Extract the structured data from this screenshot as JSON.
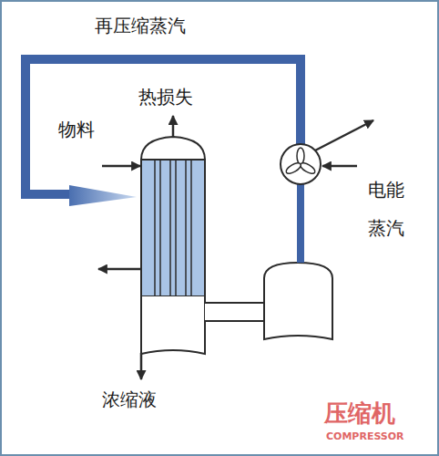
{
  "diagram": {
    "labels": [
      "再压缩蒸汽",
      "热损失",
      "物料",
      "电能",
      "蒸汽",
      "浓缩液",
      "压缩机",
      "COMPRESSOR"
    ]
  }
}
